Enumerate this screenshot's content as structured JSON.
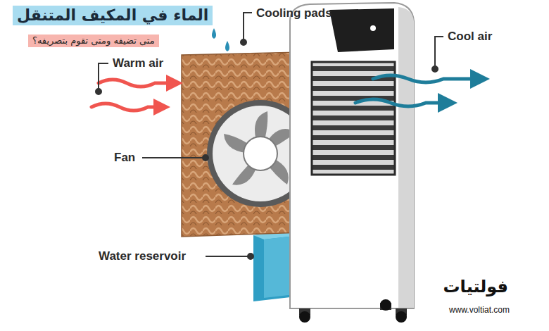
{
  "diagram": {
    "title": "الماء في المكيف المتنقل",
    "labels": [
      "متى تضيفه ومتى تقوم بتصريفه؟",
      "Cooling pads",
      "Warm air",
      "Fan",
      "Water reservoir",
      "Cool air",
      "فولتيات",
      "www.voltiat.com"
    ]
  }
}
